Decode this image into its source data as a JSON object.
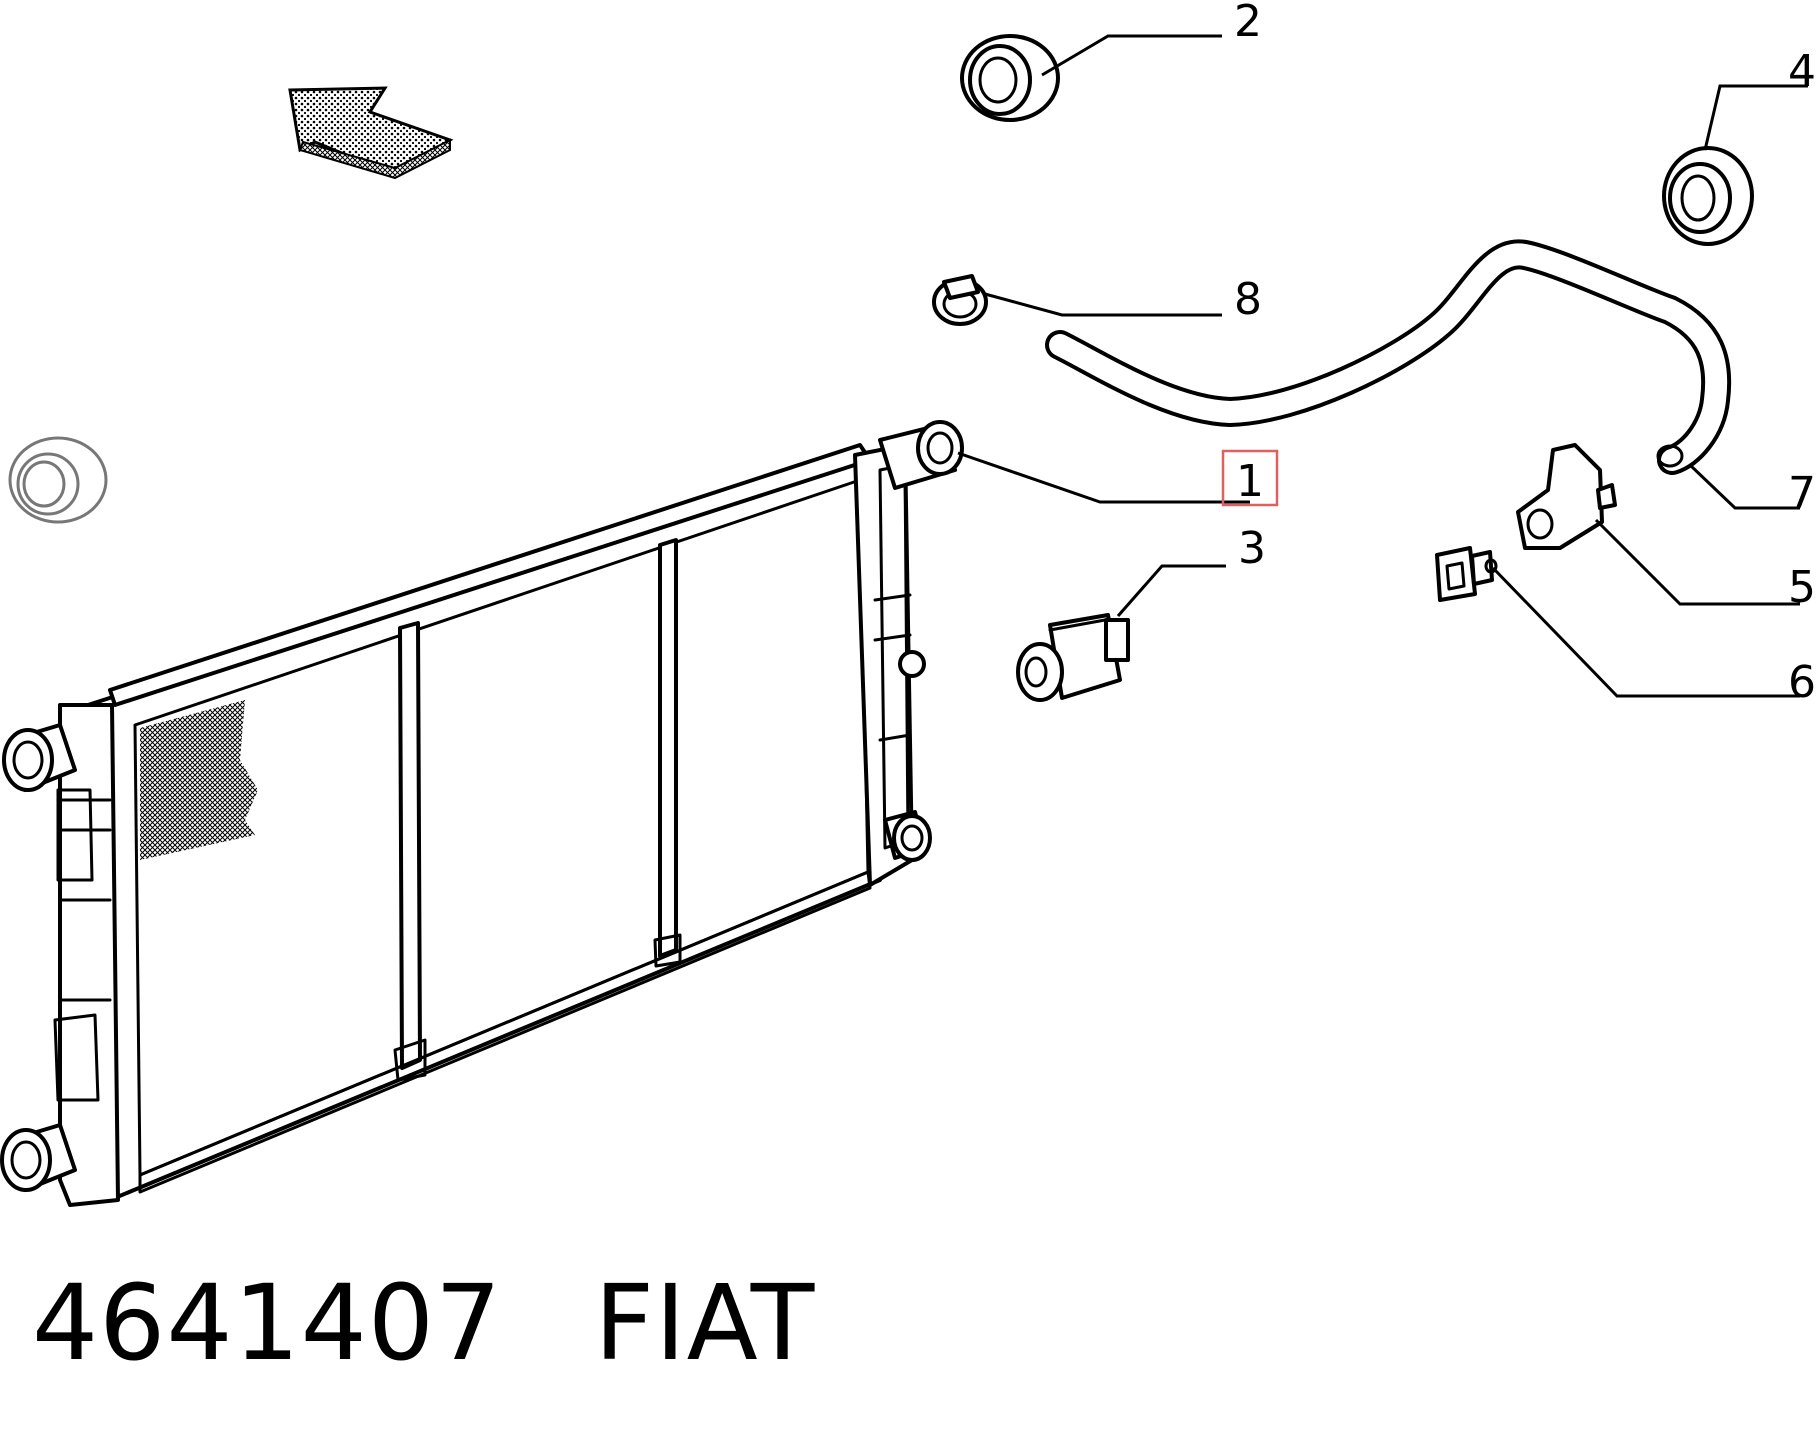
{
  "callouts": [
    {
      "id": "1",
      "label": "1",
      "highlighted": true
    },
    {
      "id": "2",
      "label": "2"
    },
    {
      "id": "3",
      "label": "3"
    },
    {
      "id": "4",
      "label": "4"
    },
    {
      "id": "5",
      "label": "5"
    },
    {
      "id": "6",
      "label": "6"
    },
    {
      "id": "7",
      "label": "7"
    },
    {
      "id": "8",
      "label": "8"
    }
  ],
  "footer": {
    "part_number": "4641407",
    "brand": "FIAT"
  },
  "colors": {
    "line": "#000000",
    "highlight_box": "#e06060",
    "background": "#ffffff"
  }
}
